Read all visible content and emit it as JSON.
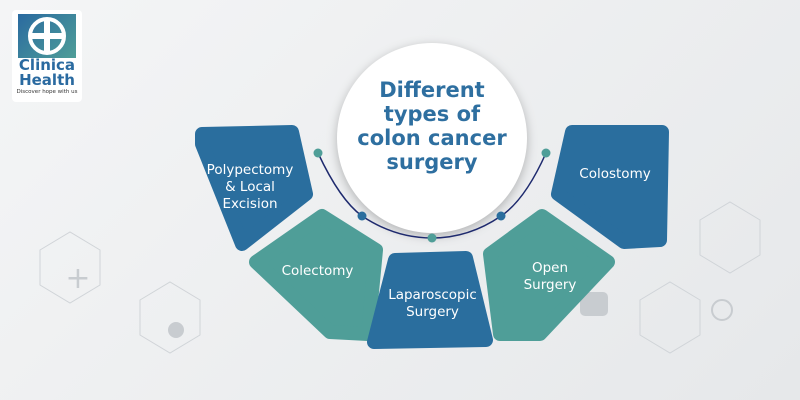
{
  "logo": {
    "brand_line1": "Clinica",
    "brand_line2": "Health",
    "tagline": "Discover hope with us"
  },
  "title": "Different types of colon cancer surgery",
  "items": [
    {
      "label": "Polypectomy & Local Excision"
    },
    {
      "label": "Colectomy"
    },
    {
      "label": "Laparoscopic Surgery"
    },
    {
      "label": "Open Surgery"
    },
    {
      "label": "Colostomy"
    }
  ],
  "colors": {
    "dark": "#2a6e9e",
    "teal": "#4f9e98",
    "arc": "#1e2a6e"
  }
}
